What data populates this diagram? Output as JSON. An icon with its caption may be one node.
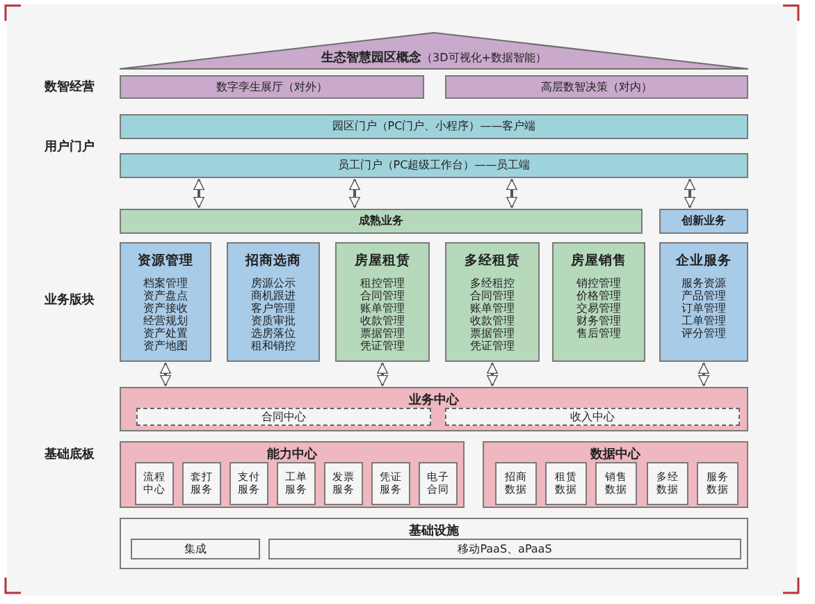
{
  "diagram": {
    "nodes": [
      {
        "text": [
          "**生态智慧园区概念**（3D可视化+数据智能）"
        ]
      },
      {
        "text": [
          "数字孪生展厅（对外）"
        ]
      },
      {
        "text": [
          "高层数智决策（对内）"
        ]
      },
      {
        "text": [
          "园区门户（PC门户、小程序）——客户端"
        ]
      },
      {
        "text": [
          "员工门户（PC超级工作台）——员工端"
        ]
      },
      {
        "text": [
          "成熟业务"
        ]
      },
      {
        "text": [
          "创新业务"
        ]
      },
      {
        "text": [
          "资源管理",
          "档案管理资产盘点资产接收经营规划资产处置资产地图"
        ]
      },
      {
        "text": [
          "招商选商",
          "房源公示商机跟进客户管理资质审批选房落位租和销控"
        ]
      },
      {
        "text": [
          "房屋租赁",
          "租控管理合同管理账单管理收款管理票据管理凭证管理"
        ]
      },
      {
        "text": [
          "多经租赁",
          "多经租控合同管理账单管理收款管理票据管理凭证管理"
        ]
      },
      {
        "text": [
          "房屋销售",
          "销控管理价格管理交易管理财务管理售后管理"
        ]
      },
      {
        "text": [
          "企业服务",
          "服务资源产品管理订单管理工单管理评分管理"
        ]
      },
      {
        "text": [
          "业务中心"
        ]
      },
      {
        "text": [
          "合同中心"
        ],
        "in": 13
      },
      {
        "text": [
          "收入中心"
        ],
        "in": 13
      },
      {
        "text": [
          "能力中心"
        ]
      },
      {
        "text": [
          "流程中心"
        ],
        "in": 16
      },
      {
        "text": [
          "套打服务"
        ],
        "in": 16
      },
      {
        "text": [
          "支付服务"
        ],
        "in": 16
      },
      {
        "text": [
          "工单服务"
        ],
        "in": 16
      },
      {
        "text": [
          "发票服务"
        ],
        "in": 16
      },
      {
        "text": [
          "凭证服务"
        ],
        "in": 16
      },
      {
        "text": [
          "电子合同"
        ],
        "in": 16
      },
      {
        "text": [
          "数据中心"
        ]
      },
      {
        "text": [
          "招商数据"
        ],
        "in": 24
      },
      {
        "text": [
          "租赁数据"
        ],
        "in": 24
      },
      {
        "text": [
          "销售数据"
        ],
        "in": 24
      },
      {
        "text": [
          "多经数据"
        ],
        "in": 24
      },
      {
        "text": [
          "服务数据"
        ],
        "in": 24
      },
      {
        "text": [
          "基础设施"
        ]
      },
      {
        "text": [
          "集成"
        ],
        "in": 30
      },
      {
        "text": [
          "移动PaaS、aPaaS"
        ],
        "in": 30
      }
    ],
    "edges": [
      {
        "from": 4,
        "to": 5,
        "arrow": "both"
      },
      {
        "from": 4,
        "to": 5,
        "arrow": "both"
      },
      {
        "from": 4,
        "to": 5,
        "arrow": "both"
      },
      {
        "from": 4,
        "to": 6,
        "arrow": "both"
      },
      {
        "from": 7,
        "to": 13,
        "arrow": "both"
      },
      {
        "from": 9,
        "to": 13,
        "arrow": "both"
      },
      {
        "from": 10,
        "to": 13,
        "arrow": "both"
      },
      {
        "from": 12,
        "to": 13,
        "arrow": "both"
      }
    ],
    "labels": [
      "数智经营",
      "用户门户",
      "业务版块",
      "基础底板"
    ]
  }
}
